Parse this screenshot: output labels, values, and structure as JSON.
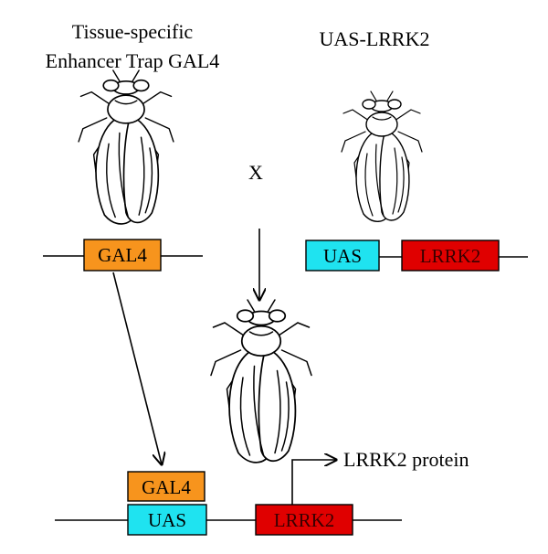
{
  "labels": {
    "driver_line1": "Tissue-specific",
    "driver_line2": "Enhancer Trap GAL4",
    "responder": "UAS-LRRK2",
    "cross": "X",
    "output": "LRRK2 protein"
  },
  "constructs": {
    "driver": {
      "gal4": "GAL4"
    },
    "responder": {
      "uas": "UAS",
      "lrrk2": "LRRK2"
    },
    "progeny": {
      "gal4": "GAL4",
      "uas": "UAS",
      "lrrk2": "LRRK2"
    }
  },
  "colors": {
    "gal4": "#f7941d",
    "uas": "#1fe3f0",
    "lrrk2": "#e00000",
    "lrrk2_text": "#3a0000",
    "line": "#000000"
  },
  "icons": {
    "fly": "fruit-fly-icon",
    "arrow": "arrow-icon"
  }
}
